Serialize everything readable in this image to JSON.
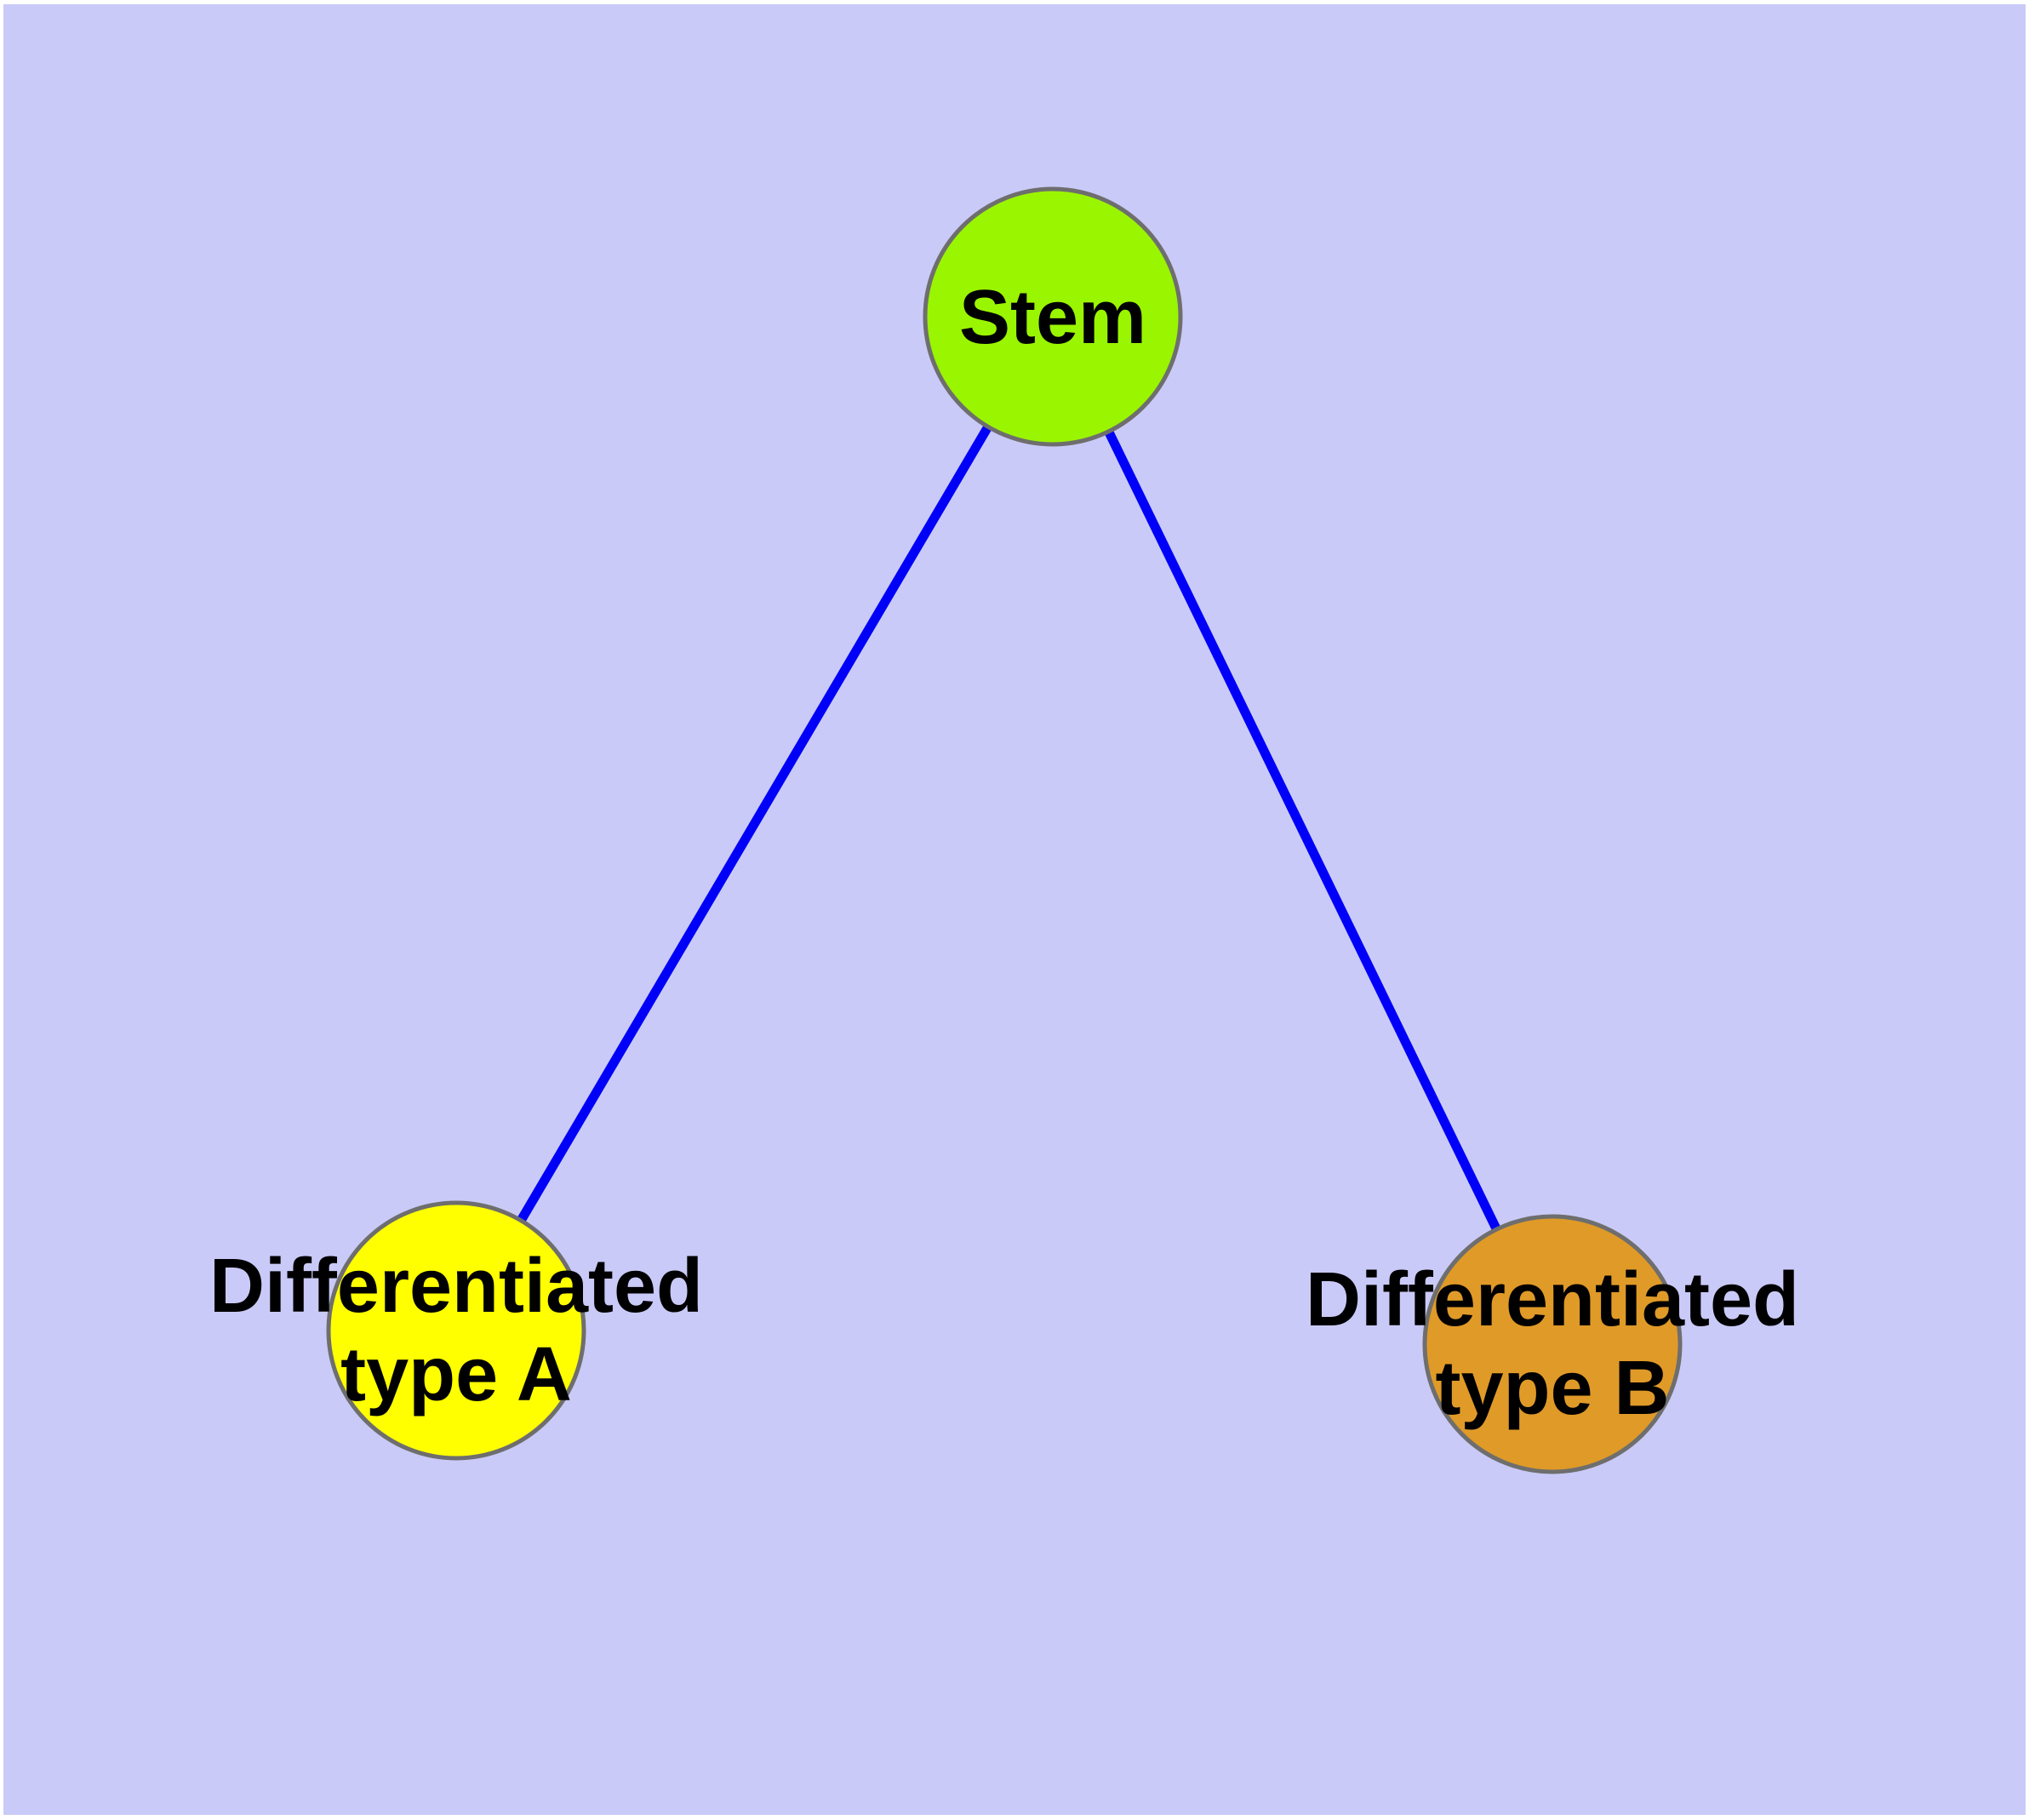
{
  "figure": {
    "background_color": "#CACAF8",
    "margin_color": "#FFFFFF",
    "edge_style": {
      "color": "#0000F8",
      "width": 11
    },
    "node_style": {
      "border_color": "#6E6E6E",
      "border_width": 5,
      "label_color": "#000000"
    },
    "nodes": [
      {
        "id": "stem",
        "label": "Stem",
        "fill": "#9AF500"
      },
      {
        "id": "differentiated-type-a",
        "label_line1": "Differentiated",
        "label_line2": "type A",
        "fill": "#FFFF00"
      },
      {
        "id": "differentiated-type-b",
        "label_line1": "Differentiated",
        "label_line2": "type B",
        "fill": "#E09A28"
      }
    ],
    "edges": [
      {
        "from": "Stem",
        "to": "Differentiated type A"
      },
      {
        "from": "Stem",
        "to": "Differentiated type B"
      }
    ]
  }
}
